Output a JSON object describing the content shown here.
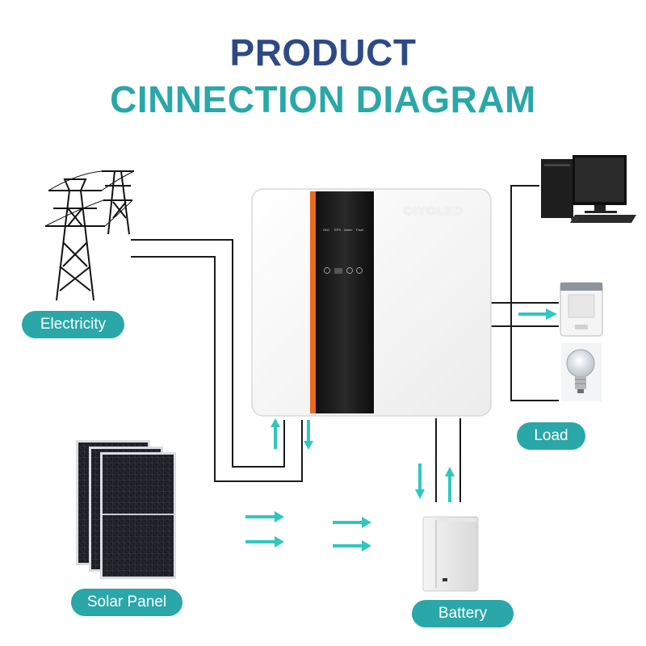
{
  "title": {
    "line1": "PRODUCT",
    "line2": "CINNECTION DIAGRAM"
  },
  "colors": {
    "title_dark": "#2e4a86",
    "accent": "#2aa7a8",
    "arrow": "#2fc7bf",
    "inverter_stripe": "#e96a1c"
  },
  "inverter": {
    "brand": "CIYOLED",
    "indicators": [
      "Grid",
      "EPS",
      "Alarm",
      "Fault"
    ]
  },
  "labels": {
    "electricity": "Electricity",
    "solar_panel": "Solar Panel",
    "battery": "Battery",
    "load": "Load"
  },
  "icons": [
    "power-tower-icon",
    "solar-panel-icon",
    "battery-icon",
    "computer-icon",
    "washing-machine-icon",
    "light-bulb-icon"
  ]
}
